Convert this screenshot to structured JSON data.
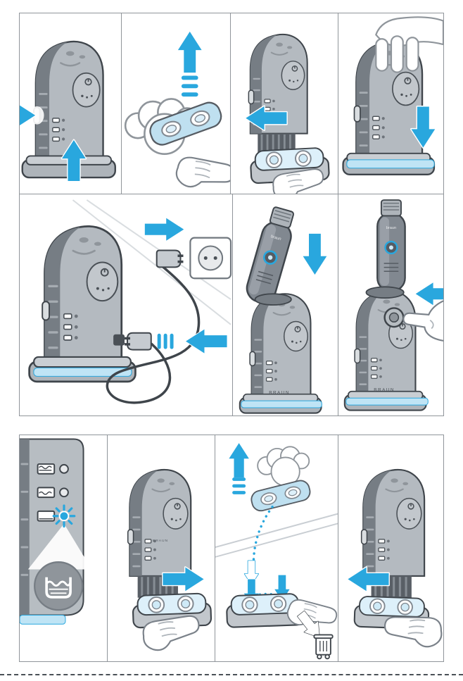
{
  "document": {
    "kind": "shaver cleaning station instruction sheet",
    "brand_label": "BRAUN",
    "shaver_brand_label": "braun"
  },
  "colors": {
    "accent_cyan": "#29A7DE",
    "cartridge_blue": "#BFE4F5",
    "cartridge_fill": "#CFEAF7",
    "station_light": "#B4BAC0",
    "station_mid": "#9BA1A8",
    "station_dark": "#767D84",
    "outline": "#3F454B",
    "panel_border": "#90959A",
    "background": "#FFFFFF"
  },
  "panels": [
    {
      "id": "press-release-buttons",
      "row": 1,
      "icons": [
        "cleaning-station",
        "arrow-right-icon",
        "arrow-up-icon",
        "release-button"
      ]
    },
    {
      "id": "peel-off-cartridge-lid",
      "row": 1,
      "icons": [
        "hand",
        "cartridge-lid",
        "arrow-up-icon",
        "motion-dashes"
      ]
    },
    {
      "id": "insert-cartridge",
      "row": 1,
      "icons": [
        "cleaning-station-open",
        "cartridge-drawer",
        "hand",
        "arrow-left-icon"
      ]
    },
    {
      "id": "press-station-down",
      "row": 1,
      "icons": [
        "hand",
        "cleaning-station",
        "arrow-down-icon",
        "blue-base"
      ]
    },
    {
      "id": "connect-power-cord",
      "row": 2,
      "icons": [
        "cleaning-station",
        "power-plug",
        "power-cord",
        "wall-socket",
        "arrow-left-icon",
        "arrow-right-icon",
        "press-lines"
      ]
    },
    {
      "id": "dock-shaver",
      "row": 2,
      "icons": [
        "shaver",
        "arrow-down-icon",
        "cleaning-station",
        "blue-base"
      ]
    },
    {
      "id": "press-start-button",
      "row": 2,
      "icons": [
        "cleaning-station",
        "shaver",
        "start-button",
        "hand",
        "arrow-left-icon"
      ]
    },
    {
      "id": "empty-indicator-flashes",
      "row": 3,
      "icons": [
        "level-indicator-full",
        "level-indicator-half",
        "level-indicator-empty",
        "led",
        "flashing-led",
        "spotlight-beam",
        "fluid-level-symbol"
      ]
    },
    {
      "id": "pull-out-drawer",
      "row": 3,
      "icons": [
        "cleaning-station-open",
        "cartridge-drawer",
        "hand",
        "arrow-right-icon"
      ]
    },
    {
      "id": "swap-lid-and-dispose",
      "row": 3,
      "icons": [
        "hand",
        "cartridge-lid",
        "arrow-up-icon",
        "motion-dashes",
        "dotted-path",
        "cartridge-drawer",
        "arrow-down-icon",
        "waste-bin"
      ]
    },
    {
      "id": "push-drawer-in",
      "row": 3,
      "icons": [
        "cleaning-station-open",
        "cartridge-drawer",
        "hand",
        "arrow-left-icon"
      ]
    }
  ],
  "footer": {
    "cut_line_style": "dashed"
  }
}
